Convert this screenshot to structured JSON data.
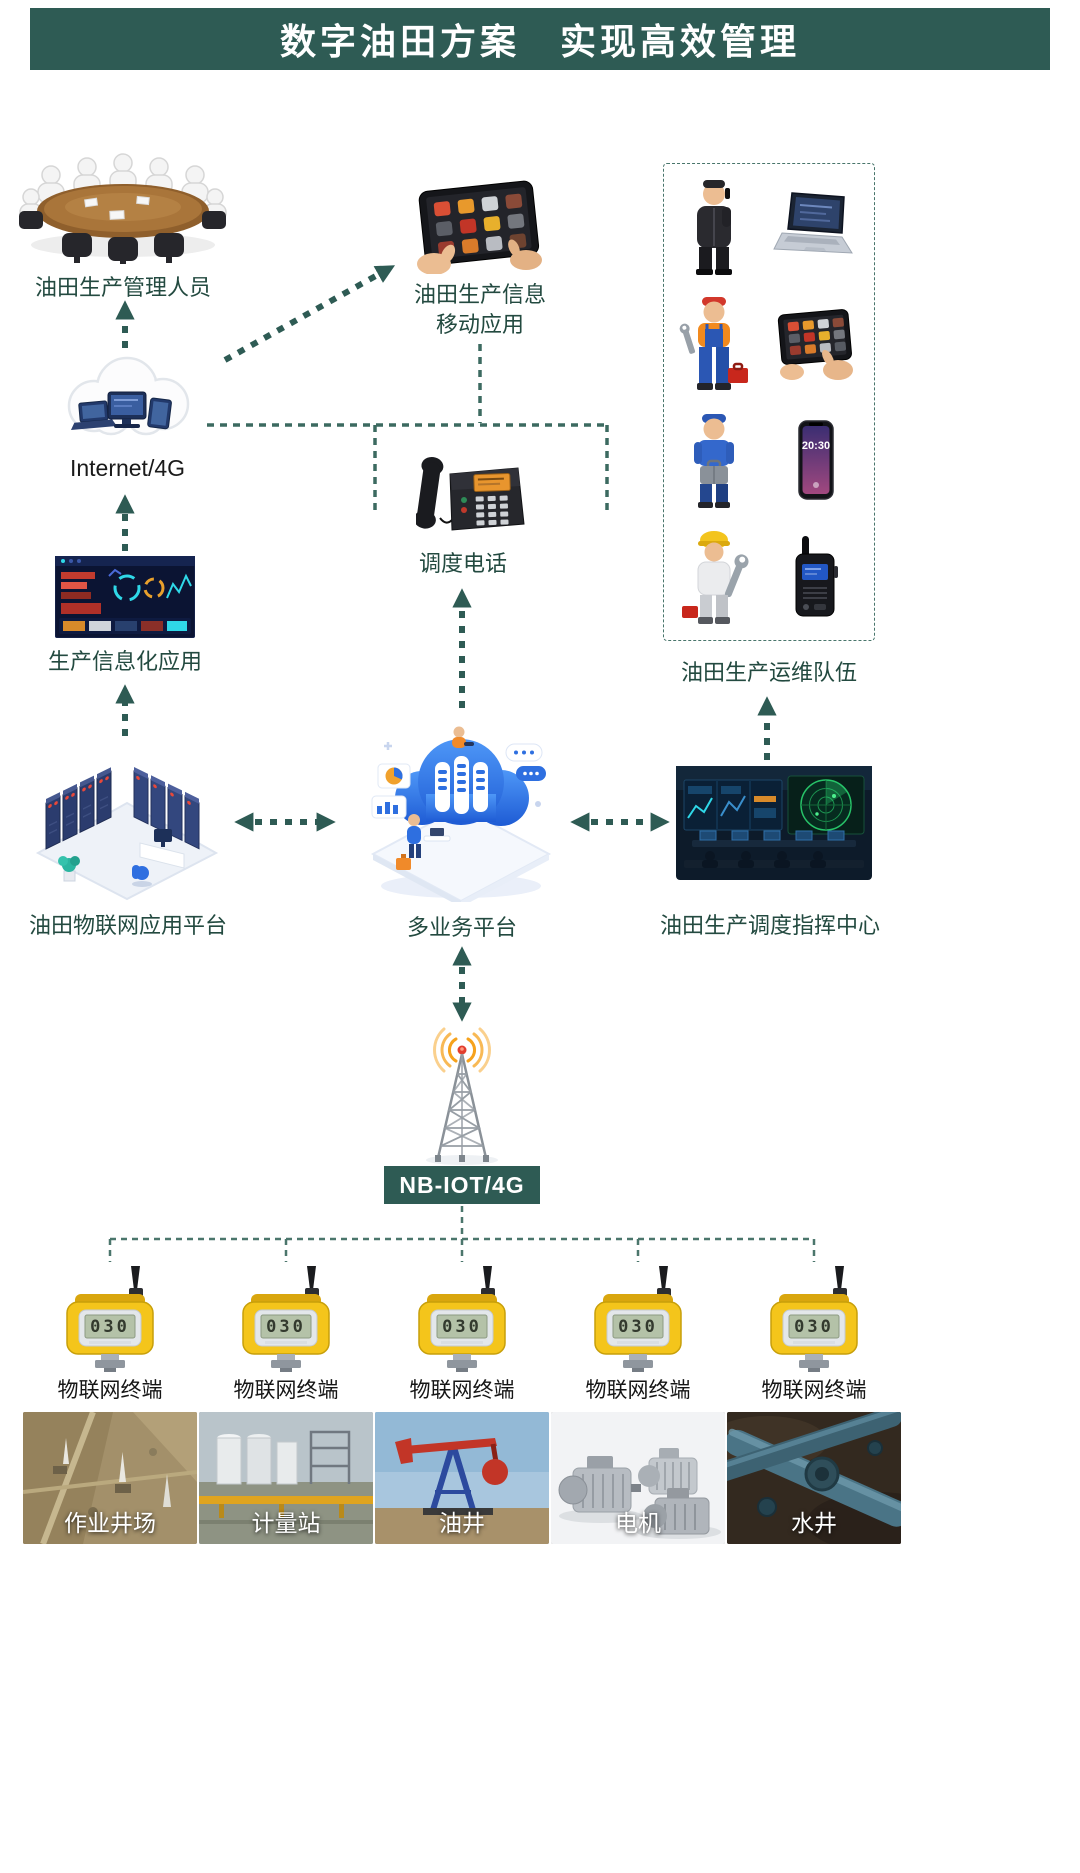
{
  "header": {
    "title": "数字油田方案　实现高效管理"
  },
  "nodes": {
    "management": {
      "label": "油田生产管理人员"
    },
    "mobile_app": {
      "label_line1": "油田生产信息",
      "label_line2": "移动应用"
    },
    "ops_team": {
      "label": "油田生产运维队伍",
      "phone_time": "20:30"
    },
    "internet": {
      "label": "Internet/4G"
    },
    "dispatch_phone": {
      "label": "调度电话"
    },
    "info_app": {
      "label": "生产信息化应用"
    },
    "iot_platform": {
      "label": "油田物联网应用平台"
    },
    "multi_service": {
      "label": "多业务平台"
    },
    "command_center": {
      "label": "油田生产调度指挥中心"
    },
    "nbiot": {
      "label": "NB-IOT/4G"
    }
  },
  "terminal": {
    "label": "物联网终端",
    "lcd_value": "030"
  },
  "sites": [
    {
      "label": "作业井场"
    },
    {
      "label": "计量站"
    },
    {
      "label": "油井"
    },
    {
      "label": "电机"
    },
    {
      "label": "水井"
    }
  ],
  "colors": {
    "theme": "#2e5b54",
    "sensor": "#f4c51b",
    "arrow": "#2e5b54"
  }
}
